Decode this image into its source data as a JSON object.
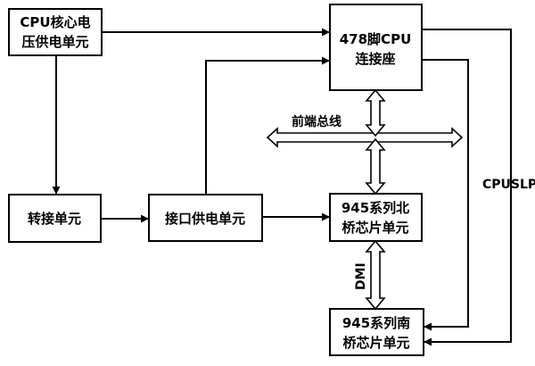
{
  "blocks": {
    "cpu_core_power": [
      "CPU核心电",
      "压供电单元"
    ],
    "adapter": "转接单元",
    "interface_power": "接口供电单元",
    "cpu_socket": [
      "478脚CPU",
      "连接座"
    ],
    "north_bridge": [
      "945系列北",
      "桥芯片单元"
    ],
    "south_bridge": [
      "945系列南",
      "桥芯片单元"
    ]
  },
  "labels": {
    "front_side_bus": "前端总线",
    "cpuslp": "CPUSLP",
    "dmi": "DMI"
  }
}
